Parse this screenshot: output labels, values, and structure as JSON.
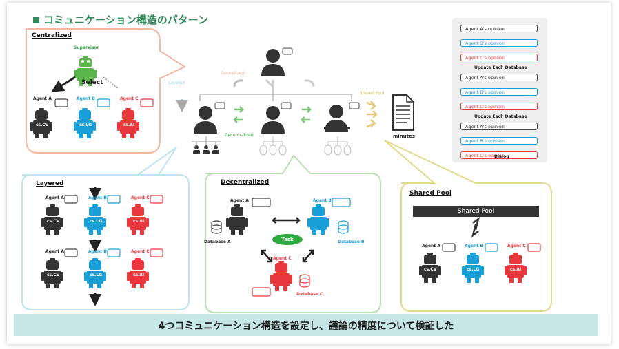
{
  "title": "コミュニケーション構造のパターン",
  "banner": "4つコミュニケーション構造を設定し、議論の精度について検証した",
  "centralized": {
    "label": "Centralized",
    "supervisor": "Supervisor",
    "select": "Select",
    "agents": [
      {
        "name": "Agent A",
        "model": "cs.CV"
      },
      {
        "name": "Agent B",
        "model": "cs.LG"
      },
      {
        "name": "Agent C",
        "model": "cs.AI"
      }
    ]
  },
  "center_diagram": {
    "centralized": "Centralized",
    "layered": "Layered",
    "decentralized": "Decentralized",
    "shared_pool": "Shared Pool",
    "minutes": "minutes"
  },
  "dialog": {
    "label": "Dialog",
    "groups": [
      {
        "opinions": [
          "Agent A's opinion",
          "Agent B's opinion",
          "Agent C's opinion"
        ],
        "footer": "Update Each Database"
      },
      {
        "opinions": [
          "Agent A's opinion",
          "Agent B's opinion",
          "Agent C's opinion"
        ],
        "footer": "Update Each Database"
      },
      {
        "opinions": [
          "Agent A's opinion",
          "Agent B's opinion",
          "Agent C's opinion"
        ],
        "footer": ""
      }
    ]
  },
  "layered": {
    "label": "Layered",
    "rows": [
      [
        {
          "name": "Agent A",
          "model": "cs.CV"
        },
        {
          "name": "Agent B",
          "model": "cs.LG"
        },
        {
          "name": "Agent C",
          "model": "cs.AI"
        }
      ],
      [
        {
          "name": "Agent A",
          "model": "cs.CV"
        },
        {
          "name": "Agent B",
          "model": "cs.LG"
        },
        {
          "name": "Agent C",
          "model": "cs.AI"
        }
      ]
    ]
  },
  "decentralized": {
    "label": "Decentralized",
    "task": "Task",
    "agent_a": "Agent A",
    "agent_b": "Agent B",
    "agent_c": "Agent C",
    "database_a": "Database A",
    "database_b": "Database B",
    "database_c": "Database C"
  },
  "shared_pool": {
    "label": "Shared Pool",
    "bar": "Shared Pool",
    "agents": [
      {
        "name": "Agent A",
        "model": "cs.CV"
      },
      {
        "name": "Agent B",
        "model": "cs.LG"
      },
      {
        "name": "Agent C",
        "model": "cs.AI"
      }
    ]
  },
  "colors": {
    "green": "#2eaa3f",
    "blue": "#1a9ed8",
    "red": "#e8383d",
    "dark": "#333333",
    "centralized_border": "#f0b8a0",
    "layered_border": "#bfe3f3",
    "decentralized_border": "#b8e0b0",
    "shared_border": "#e6d88a",
    "banner": "#c7e6e6"
  }
}
